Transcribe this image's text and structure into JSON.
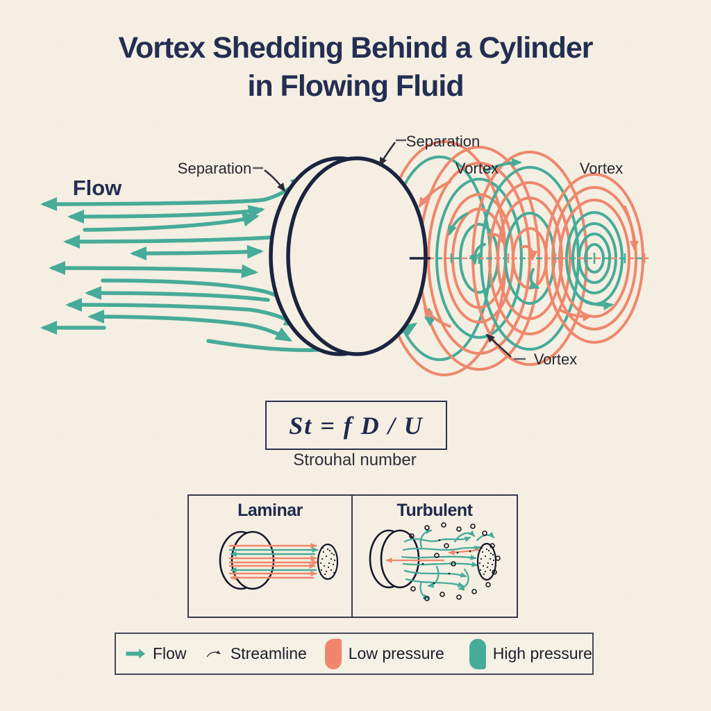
{
  "colors": {
    "background": "#f4efe2",
    "navy": "#242e52",
    "teal": "#47ab99",
    "coral": "#ee876c",
    "ink": "#23242e"
  },
  "title": {
    "line1": "Vortex Shedding Behind a Cylinder",
    "line2": "in Flowing Fluid"
  },
  "diagram": {
    "flow_label": "Flow",
    "separation_left": "Separation",
    "separation_top": "Separation",
    "vortex_top_1": "Vortex",
    "vortex_top_2": "Vortex",
    "vortex_bottom": "Vortex"
  },
  "formula": {
    "equation": "St = f D / U",
    "caption": "Strouhal number"
  },
  "comparison": {
    "left_title": "Laminar",
    "right_title": "Turbulent"
  },
  "legend": {
    "items": [
      {
        "icon": "flow-arrow-icon",
        "label": "Flow"
      },
      {
        "icon": "streamline-arrow-icon",
        "label": "Streamline"
      },
      {
        "icon": "low-pressure-swatch-icon",
        "label": "Low pressure",
        "color": "#ee876c"
      },
      {
        "icon": "high-pressure-swatch-icon",
        "label": "High pressure",
        "color": "#47ab99"
      }
    ]
  }
}
